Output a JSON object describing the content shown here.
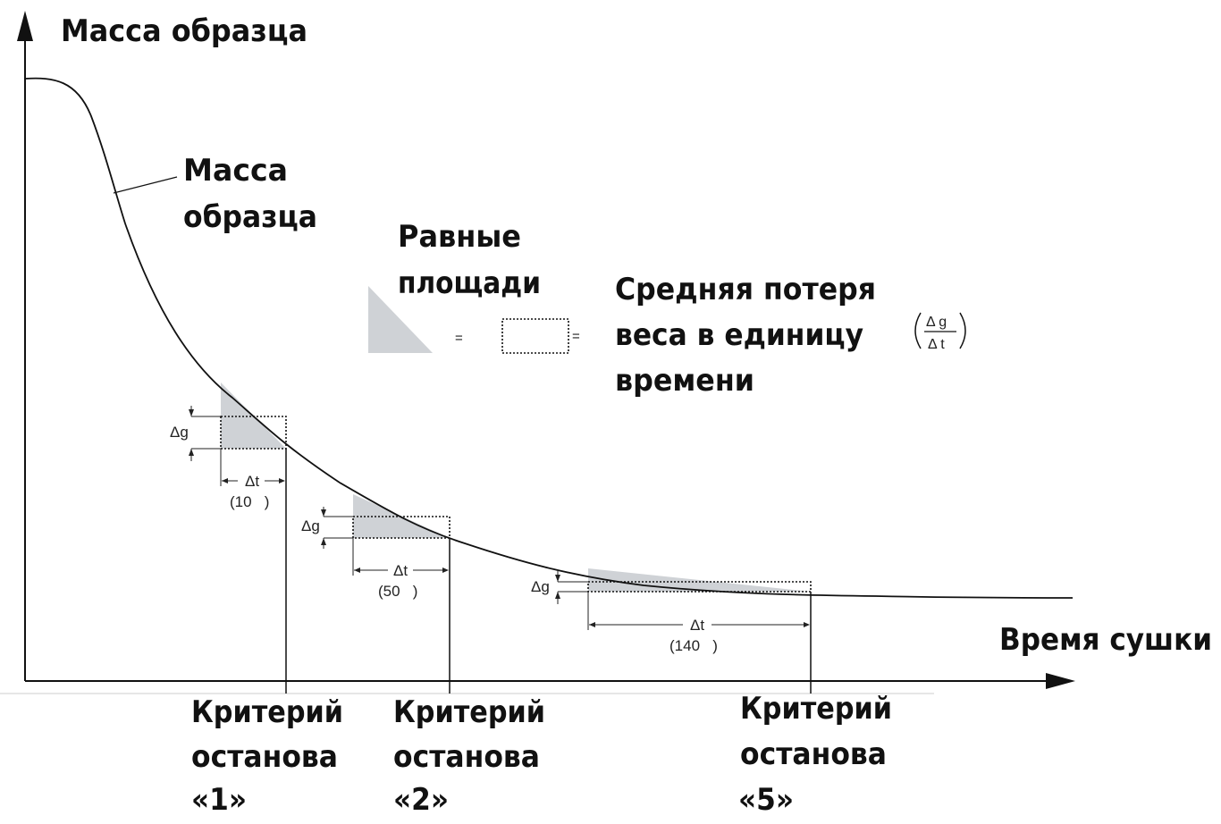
{
  "axes": {
    "y_label": "Масса образца",
    "x_label": "Время сушки"
  },
  "curve_label": [
    "Масса",
    "образца"
  ],
  "legend": {
    "equal_areas": [
      "Равные",
      "площади"
    ],
    "equals_sign": "=",
    "mean_loss": [
      "Средняя потеря",
      "веса в единицу",
      "времени"
    ],
    "formula": {
      "numerator": "Δ g",
      "denominator": "Δ t"
    }
  },
  "segments": [
    {
      "dg": "Δg",
      "dt": "Δt",
      "dt_value": "(10   )"
    },
    {
      "dg": "Δg",
      "dt": "Δt",
      "dt_value": "(50   )"
    },
    {
      "dg": "Δg",
      "dt": "Δt",
      "dt_value": "(140   )"
    }
  ],
  "criteria": [
    {
      "lines": [
        "Критерий",
        "останова",
        "«1»"
      ]
    },
    {
      "lines": [
        "Критерий",
        "останова",
        "«2»"
      ]
    },
    {
      "lines": [
        "Критерий",
        "останова",
        "«5»"
      ]
    }
  ],
  "colors": {
    "shade": "#cfd2d6",
    "ink": "#111111"
  }
}
